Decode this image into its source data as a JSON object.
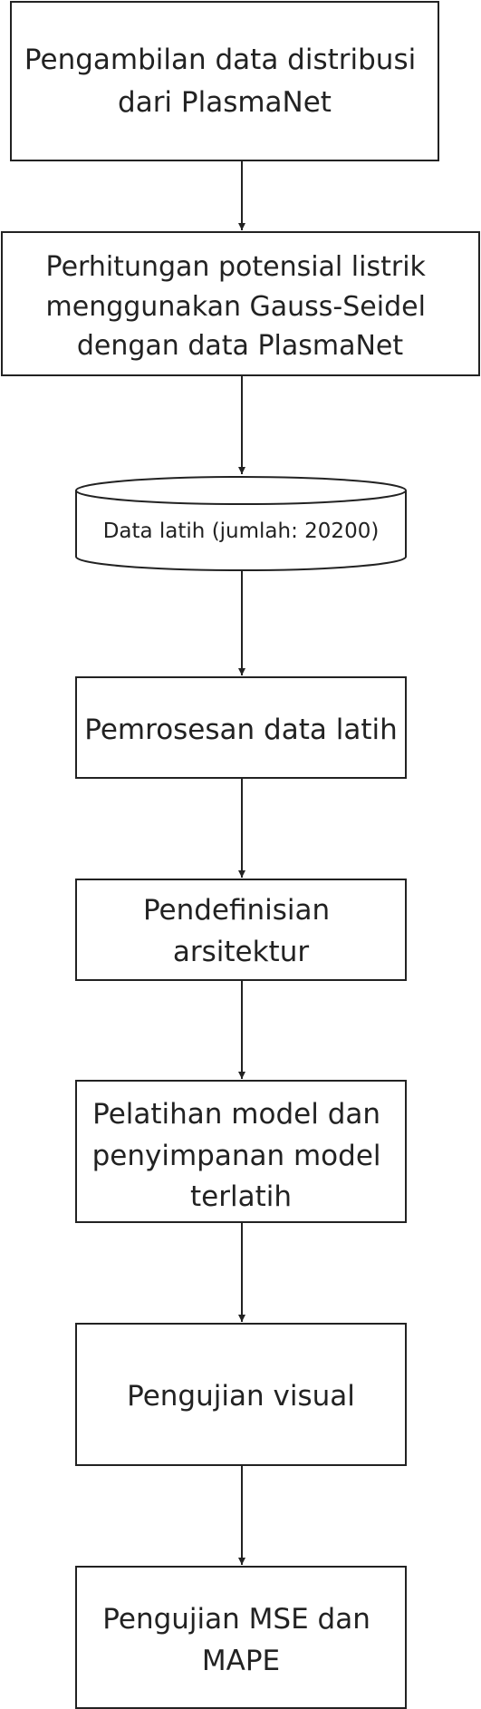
{
  "diagram": {
    "steps": [
      {
        "id": "step-1",
        "lines": [
          "Pengambilan data distribusi",
          "dari PlasmaNet"
        ]
      },
      {
        "id": "step-2",
        "lines": [
          "Perhitungan potensial listrik",
          "menggunakan Gauss-Seidel",
          "dengan data PlasmaNet"
        ]
      },
      {
        "id": "step-3",
        "lines": [
          "Data latih (jumlah: 20200)"
        ]
      },
      {
        "id": "step-4",
        "lines": [
          "Pemrosesan data latih"
        ]
      },
      {
        "id": "step-5",
        "lines": [
          "Pendefinisian",
          "arsitektur"
        ]
      },
      {
        "id": "step-6",
        "lines": [
          "Pelatihan model dan",
          "penyimpanan model",
          "terlatih"
        ]
      },
      {
        "id": "step-7",
        "lines": [
          "Pengujian visual"
        ]
      },
      {
        "id": "step-8",
        "lines": [
          "Pengujian MSE dan",
          "MAPE"
        ]
      }
    ],
    "stroke_color": "#222222",
    "fill_color": "#ffffff",
    "text_color": "#222222"
  }
}
